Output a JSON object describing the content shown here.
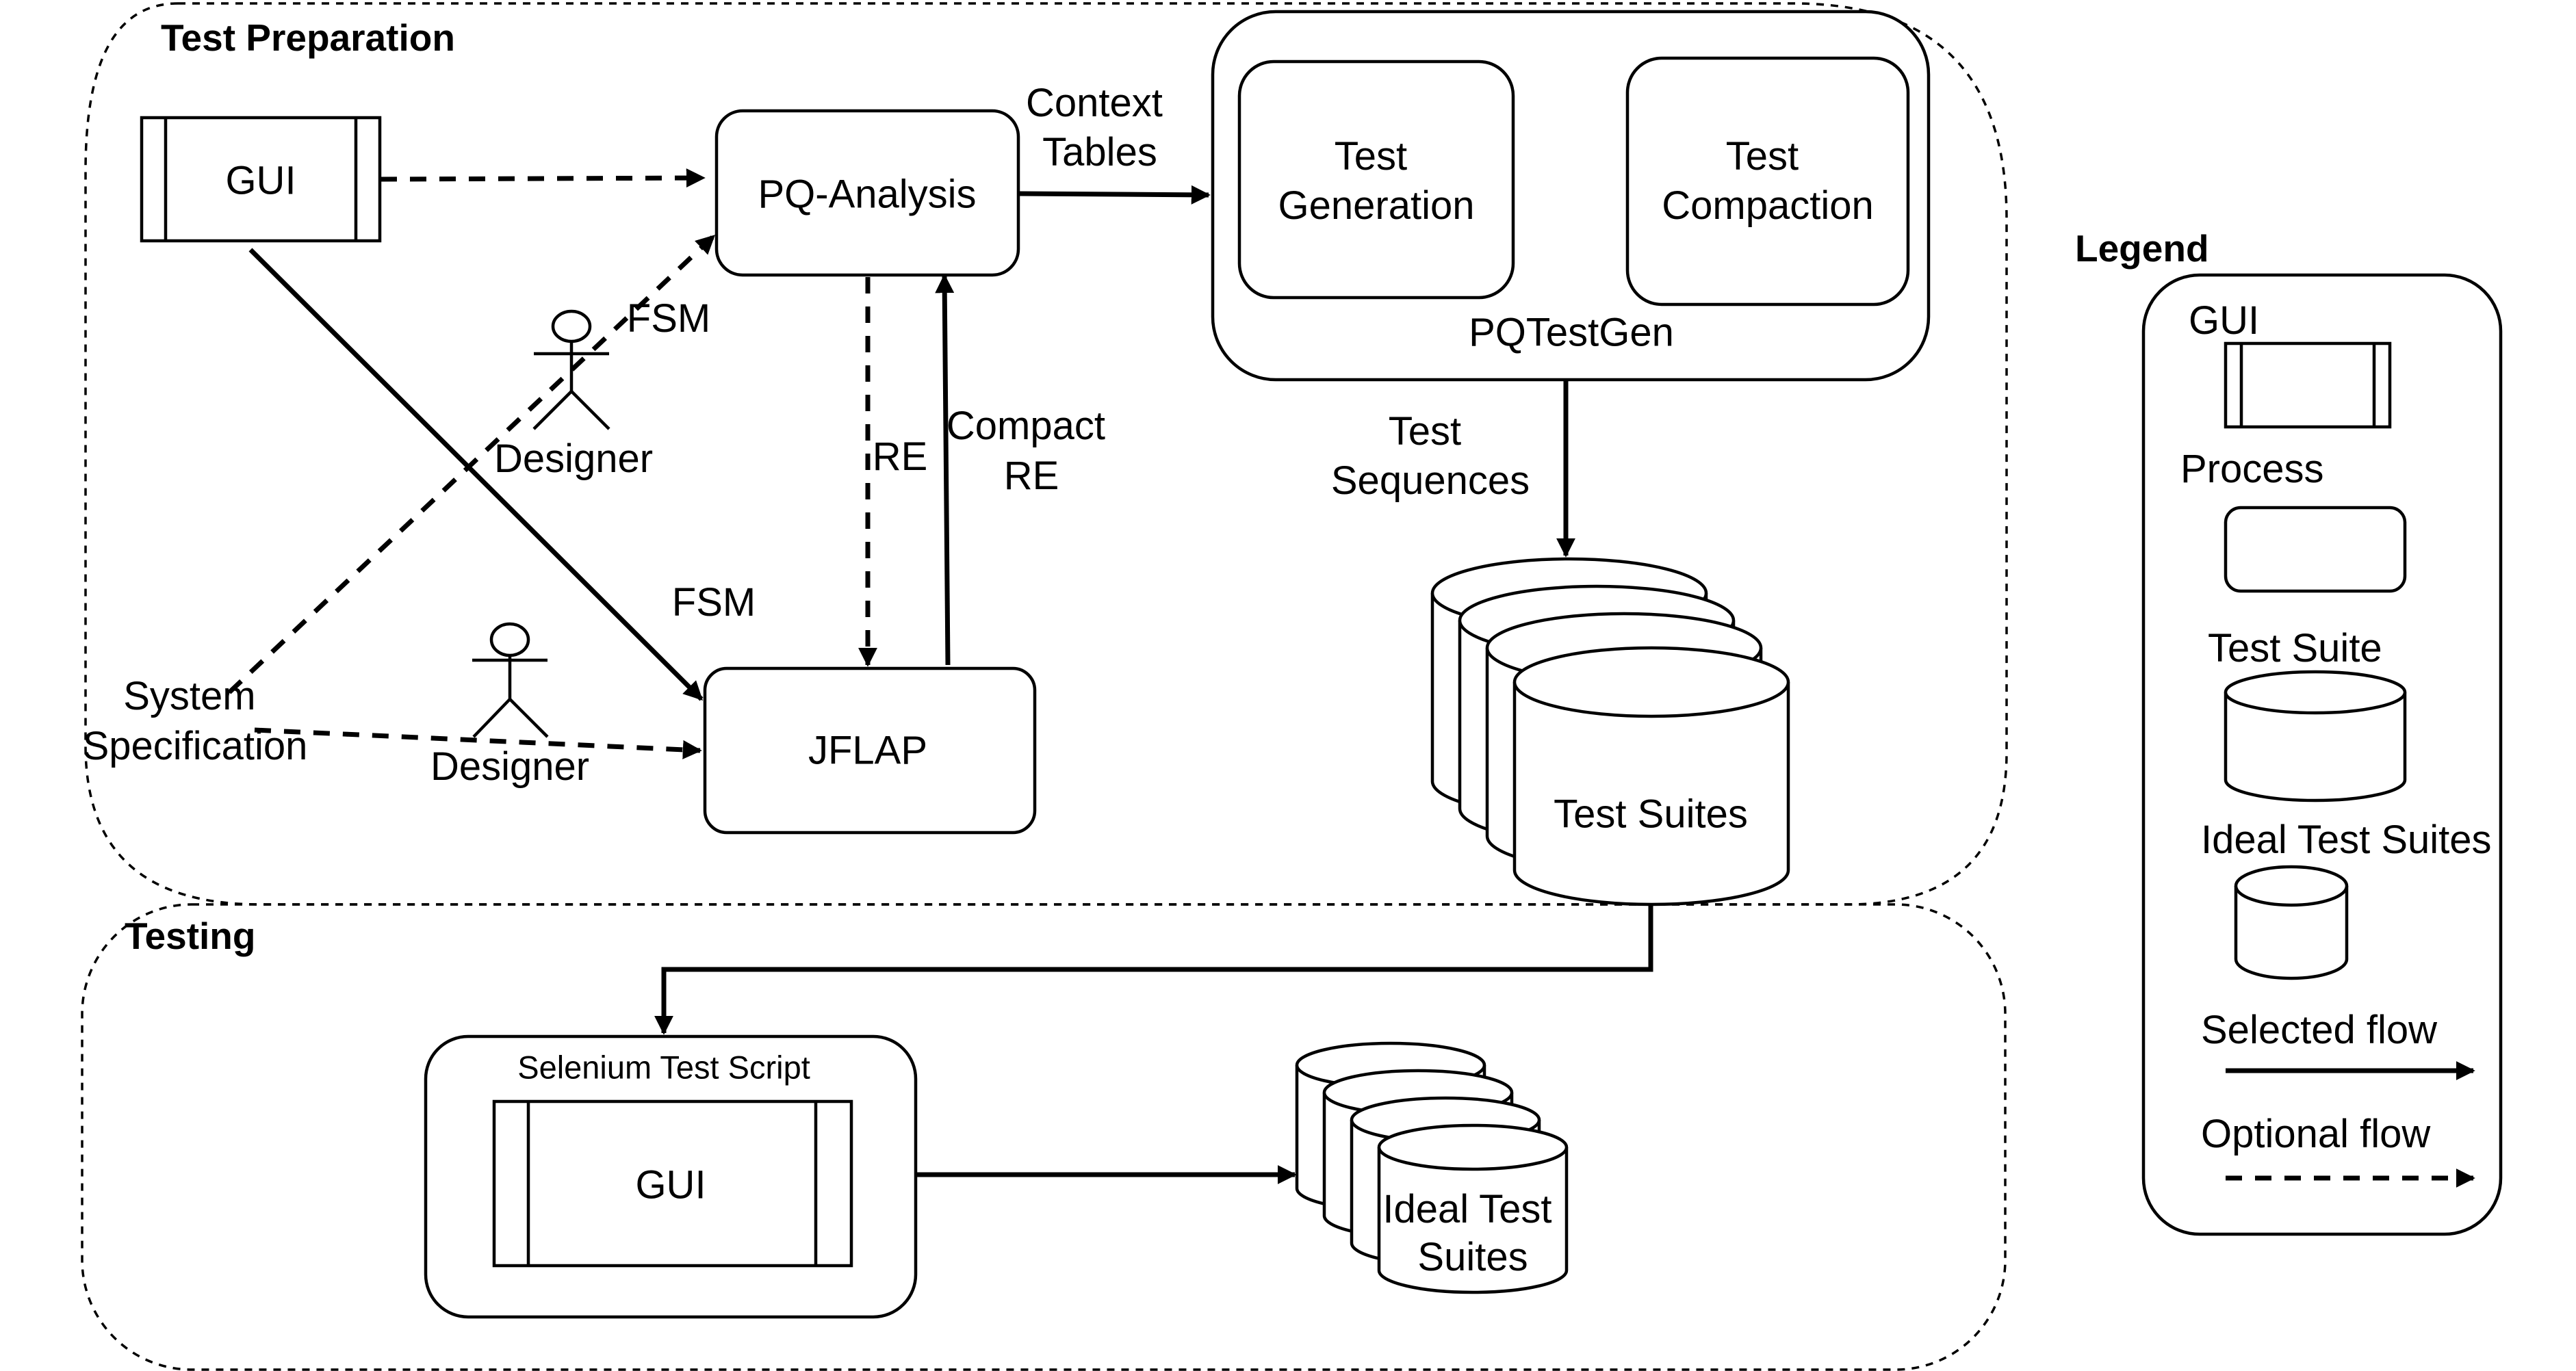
{
  "groups": {
    "test_preparation": "Test Preparation",
    "testing": "Testing",
    "legend": "Legend"
  },
  "nodes": {
    "gui": "GUI",
    "pq_analysis": "PQ-Analysis",
    "test_generation": [
      "Test",
      "Generation"
    ],
    "test_compaction": [
      "Test",
      "Compaction"
    ],
    "pqtestgen": "PQTestGen",
    "jflap": "JFLAP",
    "test_suites": "Test Suites",
    "selenium_test_script": "Selenium Test Script",
    "selenium_gui": "GUI",
    "ideal_test_suites": [
      "Ideal Test",
      "Suites"
    ]
  },
  "edge_labels": {
    "context_tables": [
      "Context",
      "Tables"
    ],
    "fsm_top": "FSM",
    "fsm_mid": "FSM",
    "re": "RE",
    "compact_re": [
      "Compact",
      "RE"
    ],
    "test_sequences": [
      "Test",
      "Sequences"
    ]
  },
  "actors": {
    "designer_top": "Designer",
    "designer_bottom": "Designer"
  },
  "system_specification": [
    "System",
    "Specification"
  ],
  "legend": {
    "gui": "GUI",
    "process": "Process",
    "test_suite": "Test Suite",
    "ideal_test_suites": "Ideal Test Suites",
    "selected_flow": "Selected flow",
    "optional_flow": "Optional flow"
  }
}
